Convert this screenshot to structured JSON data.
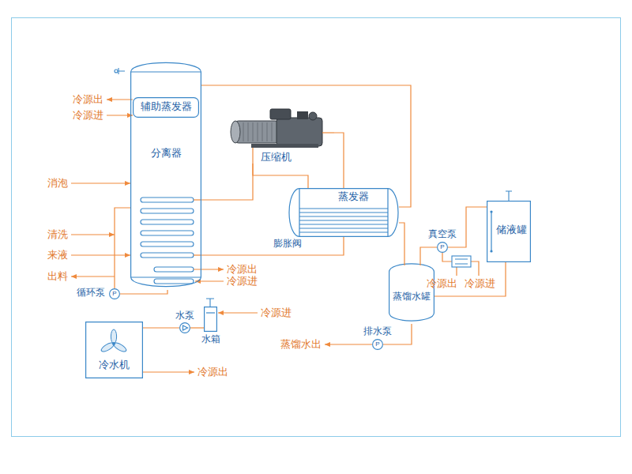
{
  "diagram": {
    "nodes": [
      {
        "text": [
          "分离器"
        ]
      },
      {
        "text": [
          "辅助蒸发器"
        ],
        "in": 0
      },
      {
        "text": [
          "压缩机"
        ]
      },
      {
        "text": [
          "蒸发器"
        ]
      },
      {
        "text": [
          "蒸馏水罐"
        ]
      },
      {
        "text": [
          "储液罐"
        ]
      },
      {
        "text": [
          "真空泵",
          "P"
        ]
      },
      {
        "text": [
          "循环泵",
          "P"
        ]
      },
      {
        "text": [
          "冷水机"
        ]
      },
      {
        "text": [
          "水泵"
        ]
      },
      {
        "text": [
          "水箱"
        ]
      },
      {
        "text": [
          "排水泵",
          "P"
        ]
      }
    ],
    "edges": [
      {
        "from": 0,
        "to": 3,
        "arrow": "none"
      },
      {
        "from": 2,
        "to": 3,
        "arrow": "none"
      },
      {
        "from": 2,
        "to": 0,
        "arrow": "none"
      },
      {
        "from": 2,
        "to": 3,
        "arrow": "none"
      },
      {
        "from": 0,
        "to": 3,
        "label": "膨胀阀",
        "arrow": "none"
      },
      {
        "from": 3,
        "to": 4,
        "arrow": "none"
      },
      {
        "from": 4,
        "to": 6,
        "arrow": "none"
      },
      {
        "from": 6,
        "to": 5,
        "arrow": "none"
      },
      {
        "from": 5,
        "to": 4,
        "arrow": "none"
      },
      {
        "from": 4,
        "to": 11,
        "arrow": "none"
      },
      {
        "from": 0,
        "to": 7,
        "arrow": "none"
      },
      {
        "from": 7,
        "to": 0,
        "arrow": "none"
      },
      {
        "from": 8,
        "to": 9,
        "arrow": "none"
      },
      {
        "from": 9,
        "to": 10,
        "arrow": "none"
      }
    ],
    "labels": [
      "冷源出",
      "冷源进",
      "消泡",
      "清洗",
      "来液",
      "出料",
      "冷源出",
      "冷源进",
      "冷源出",
      "冷源进",
      "冷源进",
      "冷源出",
      "蒸馏水出"
    ]
  }
}
